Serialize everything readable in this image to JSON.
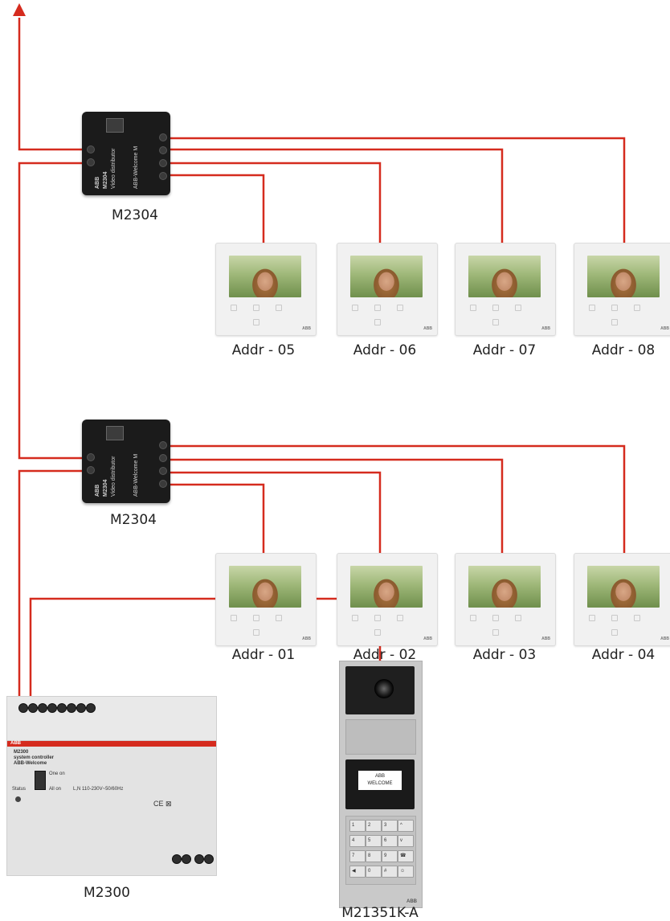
{
  "distributors": [
    {
      "label": "M2304",
      "brand": "ABB",
      "model": "M2304",
      "desc": "Video distributor",
      "line": "ABB-Welcome M"
    },
    {
      "label": "M2304",
      "brand": "ABB",
      "model": "M2304",
      "desc": "Video distributor",
      "line": "ABB-Welcome M"
    }
  ],
  "monitors_upper": [
    "Addr - 05",
    "Addr - 06",
    "Addr - 07",
    "Addr - 08"
  ],
  "monitors_lower": [
    "Addr - 01",
    "Addr - 02",
    "Addr - 03",
    "Addr - 04"
  ],
  "monitor_brand": "ABB",
  "controller": {
    "label": "M2300",
    "brand": "ABB",
    "model": "M2300",
    "desc": "system controller",
    "line": "ABB-Welcome",
    "status": "Status",
    "one_on": "One on",
    "all_on": "All on",
    "supply": "L,N  110-230V~50/60Hz"
  },
  "door_panel": {
    "label": "M21351K-A",
    "display_line1": "ABB",
    "display_line2": "WELCOME",
    "brand": "ABB",
    "keys": [
      "1",
      "2",
      "3",
      "^",
      "4",
      "5",
      "6",
      "v",
      "7",
      "8",
      "9",
      "☎",
      "◀",
      "0",
      "#",
      "☺"
    ]
  },
  "colors": {
    "wire": "#d52b1e"
  }
}
